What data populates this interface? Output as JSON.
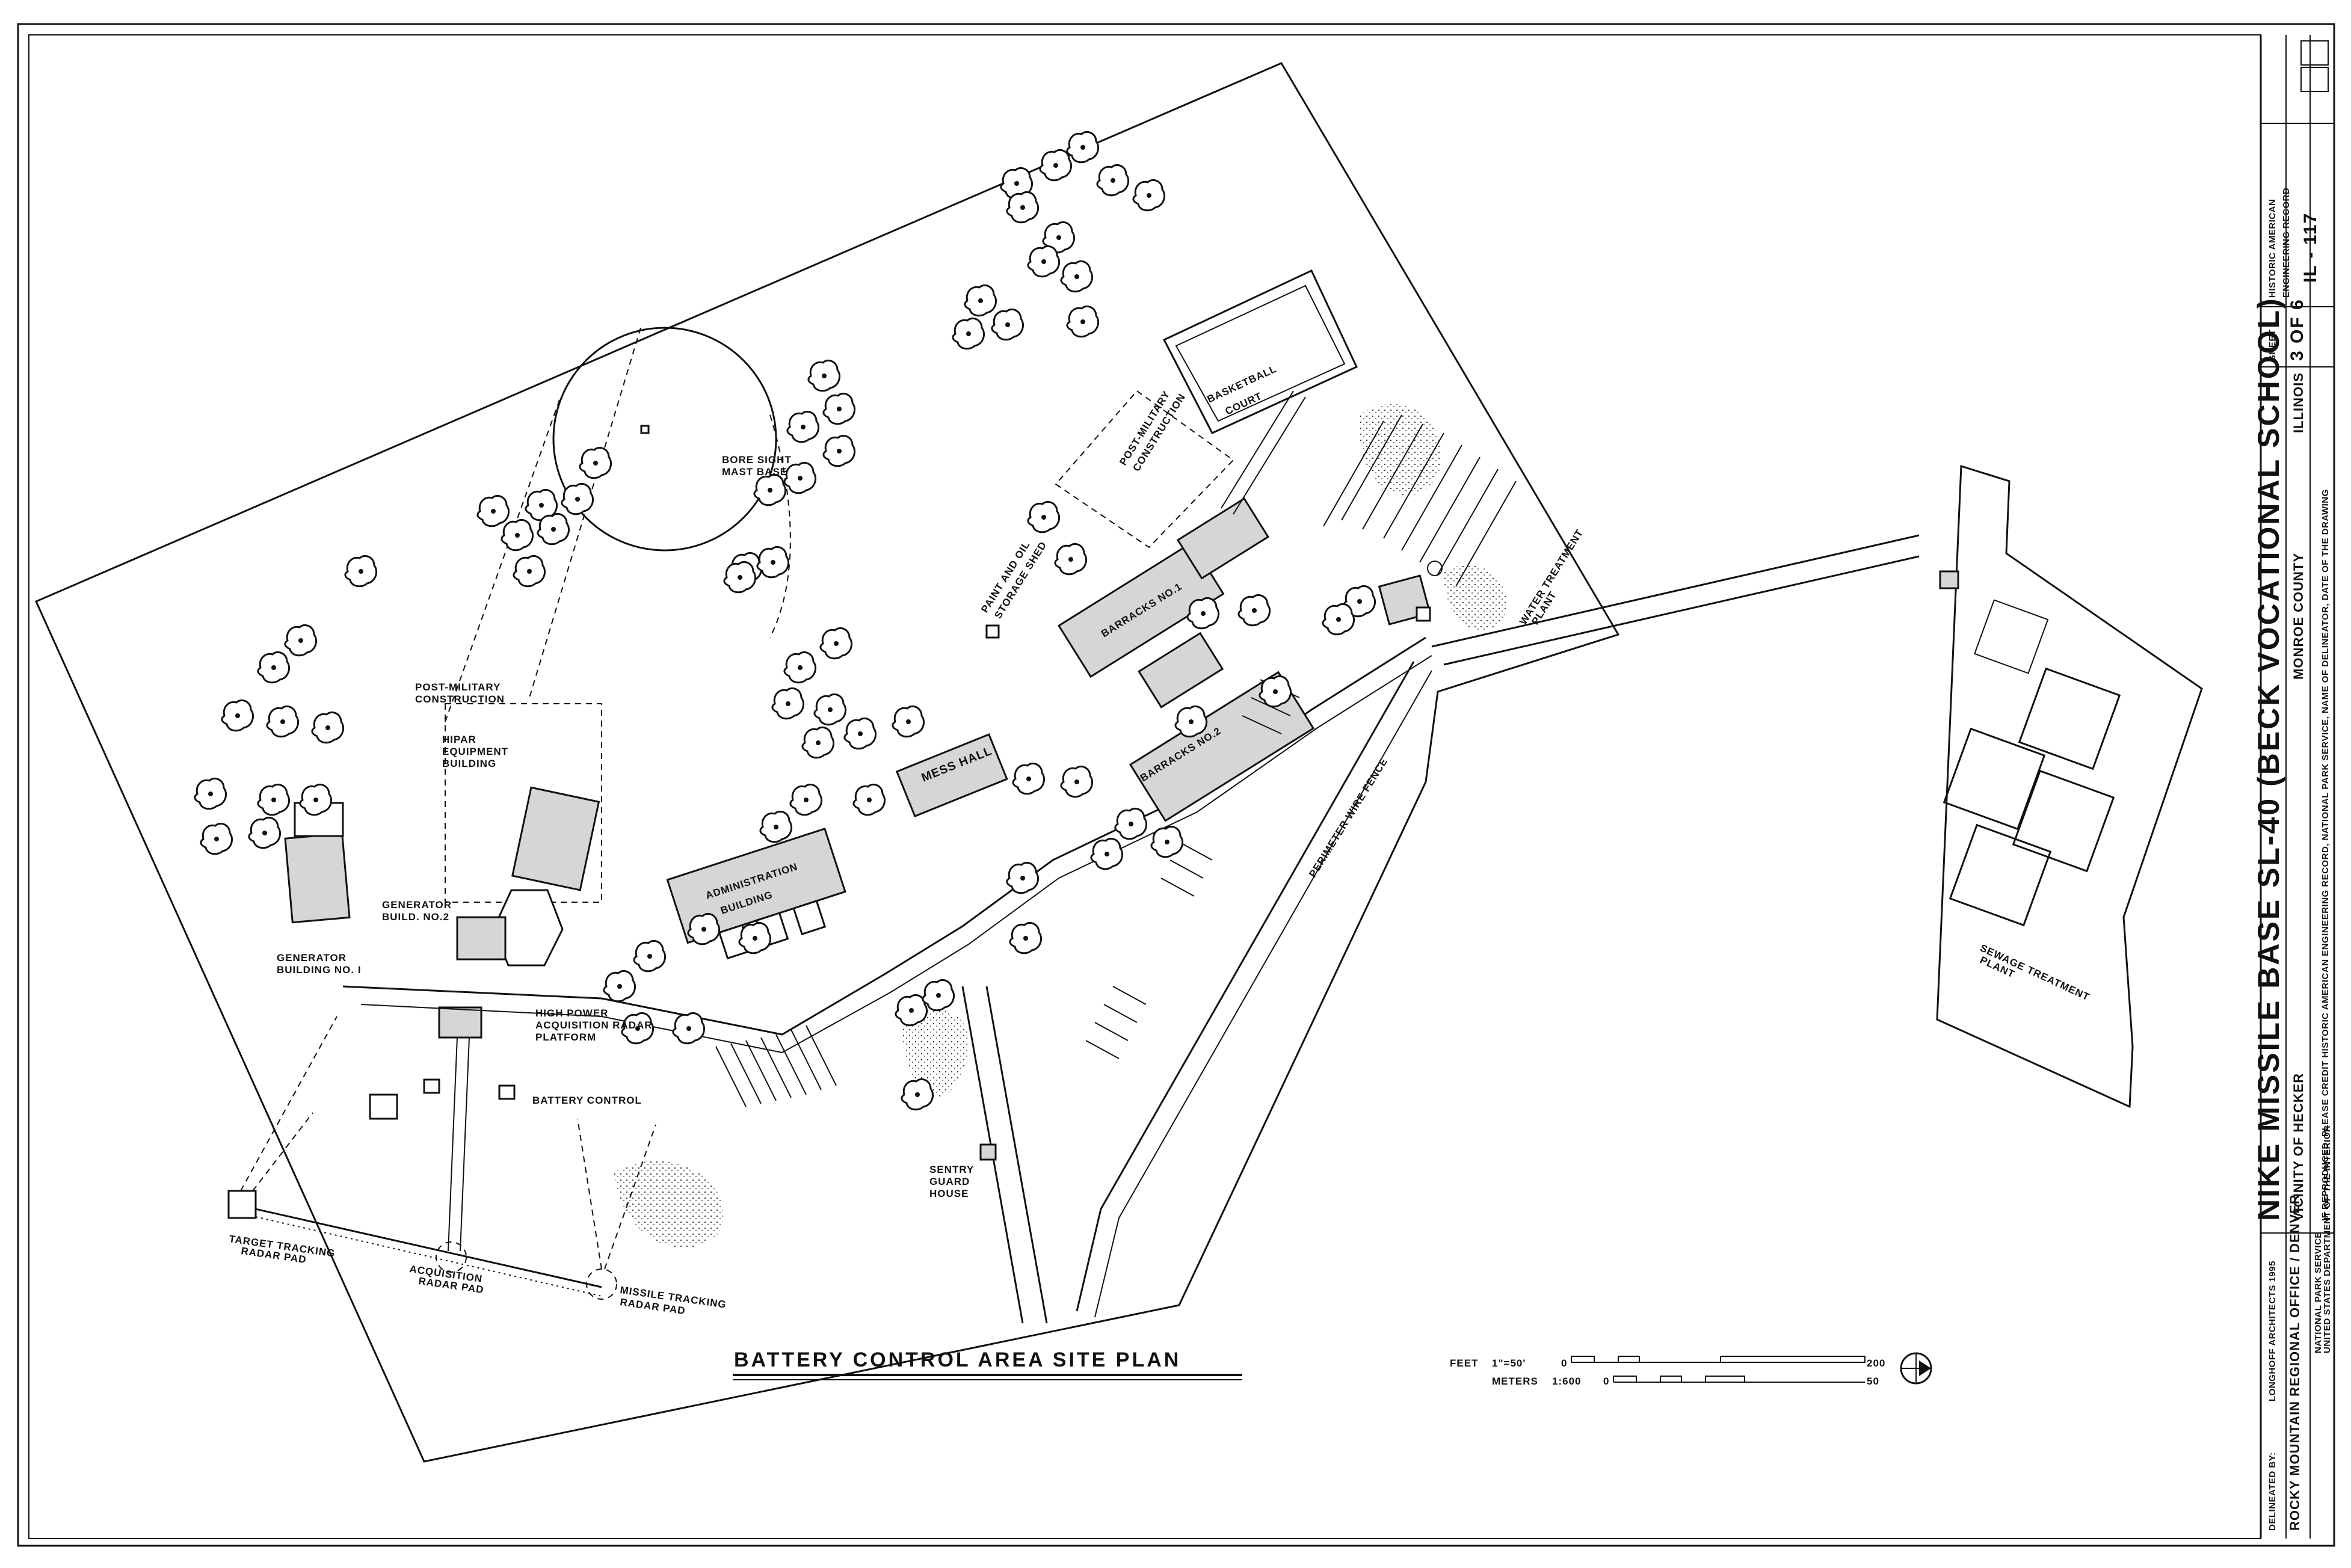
{
  "drawing": {
    "plan_title": "BATTERY CONTROL AREA SITE PLAN",
    "labels": {
      "bore_sight": "BORE SIGHT",
      "mast_base": "MAST BASE",
      "post_military_1a": "POST-MILITARY",
      "post_military_1b": "CONSTRUCTION",
      "post_military_2a": "POST-MILITARY",
      "post_military_2b": "CONSTRUCTION",
      "hipar_1": "HIPAR",
      "hipar_2": "EQUIPMENT",
      "hipar_3": "BUILDING",
      "generator_2a": "GENERATOR",
      "generator_2b": "BUILD. NO.2",
      "generator_1a": "GENERATOR",
      "generator_1b": "BUILDING NO. I",
      "hpar_1": "HIGH POWER",
      "hpar_2": "ACQUISITION RADAR",
      "hpar_3": "PLATFORM",
      "battery_control": "BATTERY CONTROL",
      "admin_1": "ADMINISTRATION",
      "admin_2": "BUILDING",
      "mess_hall": "MESS HALL",
      "barracks_1": "BARRACKS NO.1",
      "barracks_2": "BARRACKS NO.2",
      "paint_1": "PAINT AND OIL",
      "paint_2": "STORAGE SHED",
      "basketball_1": "BASKETBALL",
      "basketball_2": "COURT",
      "water_1": "WATER TREATMENT",
      "water_2": "PLANT",
      "perimeter": "PERIMETER WIRE FENCE",
      "sewage_1": "SEWAGE TREATMENT",
      "sewage_2": "PLANT",
      "sentry_1": "SENTRY",
      "sentry_2": "GUARD",
      "sentry_3": "HOUSE",
      "target_1": "TARGET TRACKING",
      "target_2": "RADAR PAD",
      "acq_1": "ACQUISITION",
      "acq_2": "RADAR PAD",
      "missile_1": "MISSILE TRACKING",
      "missile_2": "RADAR PAD"
    },
    "scale": {
      "feet_label": "FEET",
      "feet_ratio": "1\"=50'",
      "feet_zero": "0",
      "feet_max": "200",
      "meters_label": "METERS",
      "meters_ratio": "1:600",
      "meters_zero": "0",
      "meters_max": "50"
    }
  },
  "title_block": {
    "delineated_label": "DELINEATED BY:",
    "delineator": "LONGHOFF ARCHITECTS 1995",
    "office": "ROCKY MOUNTAIN REGIONAL OFFICE / DENVER",
    "agency_1": "NATIONAL PARK SERVICE",
    "agency_2": "UNITED STATES DEPARTMENT OF THE INTERIOR",
    "site_name": "NIKE MISSILE BASE SL-40 (BECK VOCATIONAL SCHOOL)",
    "vicinity": "VICINITY OF HECKER",
    "county": "MONROE COUNTY",
    "state": "ILLINOIS",
    "credit": "IF REPRODUCED, PLEASE CREDIT HISTORIC AMERICAN ENGINEERING RECORD, NATIONAL PARK SERVICE, NAME OF DELINEATOR, DATE OF THE DRAWING",
    "sheet_label": "SHEET",
    "sheet_value": "3 OF 6",
    "record_1": "HISTORIC AMERICAN",
    "record_2": "ENGINEERING RECORD",
    "record_id": "IL - 117"
  }
}
